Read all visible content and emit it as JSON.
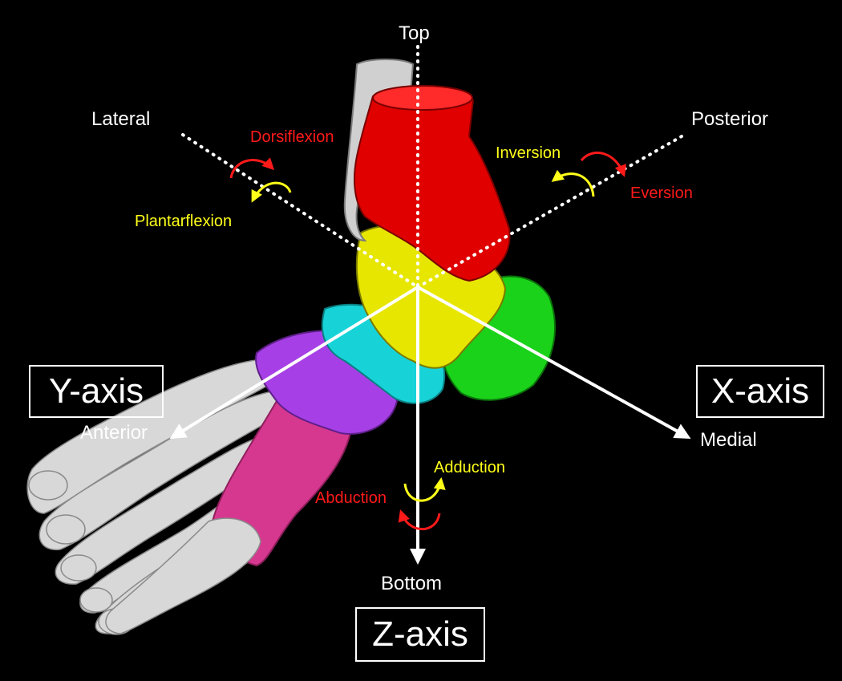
{
  "axes": {
    "y_axis_label": "Y-axis",
    "x_axis_label": "X-axis",
    "z_axis_label": "Z-axis"
  },
  "directions": {
    "top": "Top",
    "bottom": "Bottom",
    "lateral": "Lateral",
    "posterior": "Posterior",
    "anterior": "Anterior",
    "medial": "Medial"
  },
  "motions": {
    "dorsiflexion": "Dorsiflexion",
    "plantarflexion": "Plantarflexion",
    "inversion": "Inversion",
    "eversion": "Eversion",
    "adduction": "Adduction",
    "abduction": "Abduction"
  },
  "colors": {
    "background": "#000000",
    "text": "#ffffff",
    "red": "#ff1a1a",
    "yellow": "#ffff1a",
    "tibia_red": "#e00000",
    "fibula_gray": "#d0d0d0",
    "talus_yellow": "#e6e600",
    "calcaneus_green": "#19d219",
    "navicular_cyan": "#17d3d8",
    "cuneiform_purple": "#a640e6",
    "metatarsal_pink": "#d6388f",
    "phalanx_gray": "#d8d8d8"
  }
}
